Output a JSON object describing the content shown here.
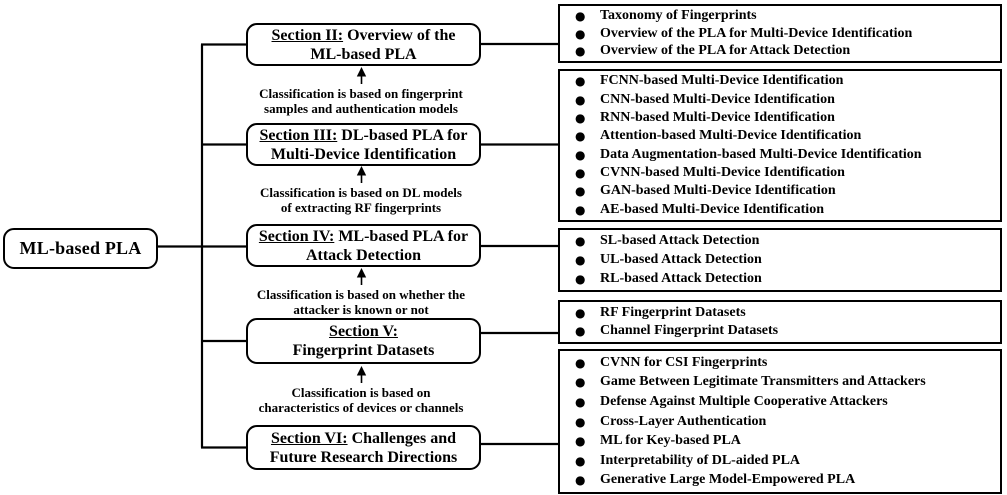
{
  "root": {
    "label": "ML-based PLA"
  },
  "sections": [
    {
      "underlined": "Section II:",
      "rest": "Overview of the",
      "line2": "ML-based PLA"
    },
    {
      "underlined": "Section III:",
      "rest": "DL-based PLA for",
      "line2": "Multi-Device Identification"
    },
    {
      "underlined": "Section IV:",
      "rest": "ML-based PLA for",
      "line2": "Attack Detection"
    },
    {
      "underlined": "Section V:",
      "rest": "",
      "line2": "Fingerprint Datasets"
    },
    {
      "underlined": "Section VI:",
      "rest": "Challenges and",
      "line2": "Future Research Directions"
    }
  ],
  "annotations": [
    {
      "line1": "Classification is based on fingerprint",
      "line2": "samples and authentication models"
    },
    {
      "line1": "Classification is based on DL models",
      "line2": "of extracting RF fingerprints"
    },
    {
      "line1": "Classification is based on whether the",
      "line2": "attacker is known or not"
    },
    {
      "line1": "Classification is based on",
      "line2": "characteristics of devices or channels"
    }
  ],
  "topic_lists": [
    {
      "items": [
        "Taxonomy of Fingerprints",
        "Overview of the PLA for Multi-Device Identification",
        "Overview of the PLA for Attack Detection"
      ]
    },
    {
      "items": [
        "FCNN-based Multi-Device Identification",
        "CNN-based Multi-Device Identification",
        "RNN-based Multi-Device Identification",
        "Attention-based Multi-Device Identification",
        "Data Augmentation-based Multi-Device Identification",
        "CVNN-based Multi-Device Identification",
        "GAN-based Multi-Device Identification",
        "AE-based Multi-Device Identification"
      ]
    },
    {
      "items": [
        "SL-based Attack Detection",
        "UL-based Attack Detection",
        "RL-based Attack Detection"
      ]
    },
    {
      "items": [
        "RF Fingerprint Datasets",
        "Channel Fingerprint Datasets"
      ]
    },
    {
      "items": [
        "CVNN for CSI Fingerprints",
        "Game Between Legitimate Transmitters and Attackers",
        "Defense Against Multiple Cooperative Attackers",
        "Cross-Layer Authentication",
        "ML for Key-based PLA",
        "Interpretability of DL-aided PLA",
        "Generative Large Model-Empowered PLA"
      ]
    }
  ],
  "icons": {
    "bullet": "●"
  },
  "colors": {
    "line": "#000000",
    "background": "#ffffff",
    "text": "#000000"
  }
}
